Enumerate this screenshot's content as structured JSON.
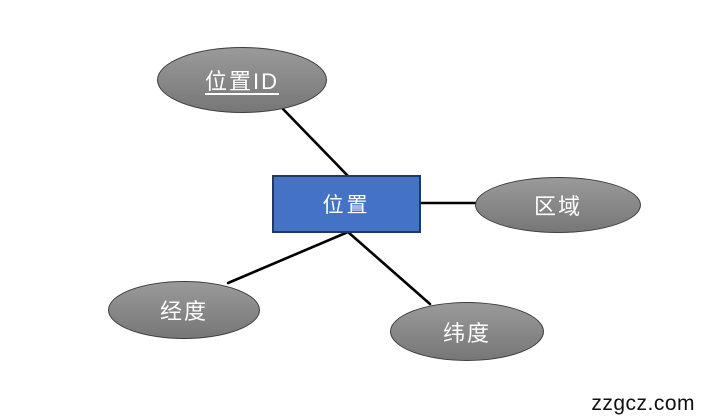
{
  "diagram": {
    "type": "entity-relationship",
    "entity": {
      "label": "位置"
    },
    "attributes": [
      {
        "label": "位置ID",
        "primary_key": true
      },
      {
        "label": "区域",
        "primary_key": false
      },
      {
        "label": "经度",
        "primary_key": false
      },
      {
        "label": "纬度",
        "primary_key": false
      }
    ],
    "connectors": [
      {
        "from": "位置ID",
        "to": "位置"
      },
      {
        "from": "位置",
        "to": "区域"
      },
      {
        "from": "位置",
        "to": "经度"
      },
      {
        "from": "位置",
        "to": "纬度"
      }
    ],
    "colors": {
      "entity_fill": "#4472C4",
      "entity_border": "#203864",
      "attribute_fill": "#8a8a8a",
      "attribute_border": "#3d3d3d",
      "connector": "#000000",
      "text": "#ffffff"
    }
  },
  "watermark": {
    "text": "zzgcz.com"
  }
}
